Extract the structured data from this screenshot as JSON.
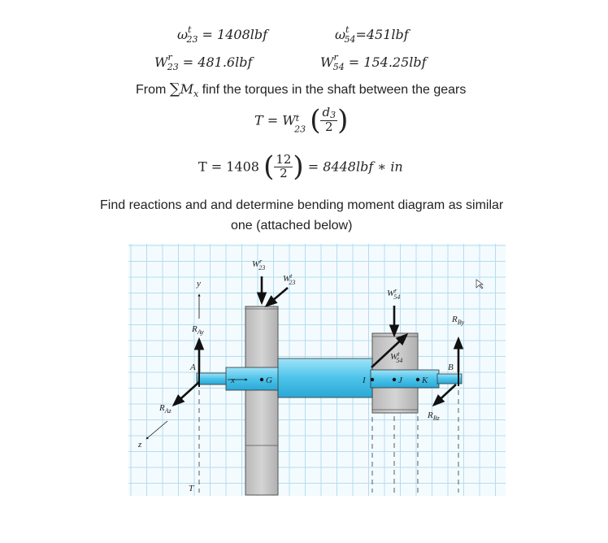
{
  "forces": {
    "w23t_sym": "ω",
    "w23t_sup": "t",
    "w23t_sub": "23",
    "w23t_val": " = 1408lbf",
    "w54t_sym": "ω",
    "w54t_sup": "t",
    "w54t_sub": "54",
    "w54t_val": "=451lbf",
    "w23r_sym": "W",
    "w23r_sup": "r",
    "w23r_sub": "23",
    "w23r_val": " = 481.6lbf",
    "w54r_sym": "W",
    "w54r_sup": "r",
    "w54r_sub": "54",
    "w54r_val": " = 154.25lbf"
  },
  "torque_intro": {
    "prefix": "From ",
    "sigma": "∑",
    "m": "M",
    "m_sub": "x",
    "suffix": " finf the torques in the shaft between the gears"
  },
  "torque_formula": {
    "lhs": "T = W",
    "w_sup": "t",
    "w_sub": "23",
    "num": "d",
    "num_sub": "3",
    "den": "2"
  },
  "torque_result": {
    "lhs": "T = 1408",
    "num": "12",
    "den": "2",
    "rhs": " = 8448lbf ∗ in"
  },
  "instruction": {
    "line1": "Find reactions and and determine bending moment diagram as similar",
    "line2": "one (attached below)"
  },
  "figure": {
    "grid_color": "#b5dcef",
    "shaft_color": "#5ccbee",
    "gear_color": "#c9c9c9",
    "labels": {
      "w23r": "W",
      "w23r_sup": "r",
      "w23r_sub": "23",
      "w23t": "W",
      "w23t_sup": "t",
      "w23t_sub": "23",
      "w54r": "W",
      "w54r_sup": "r",
      "w54r_sub": "54",
      "w54t": "W",
      "w54t_sup": "t",
      "w54t_sub": "54",
      "rby": "R",
      "rby_sub": "By",
      "ray": "R",
      "ray_sub": "Ay",
      "raz": "R",
      "raz_sub": "Az",
      "rbz": "R",
      "rbz_sub": "Bz",
      "y": "y",
      "z": "z",
      "x": "x",
      "a": "A",
      "b": "B",
      "g": "G",
      "i": "I",
      "j": "J",
      "k": "K",
      "t": "T"
    }
  }
}
